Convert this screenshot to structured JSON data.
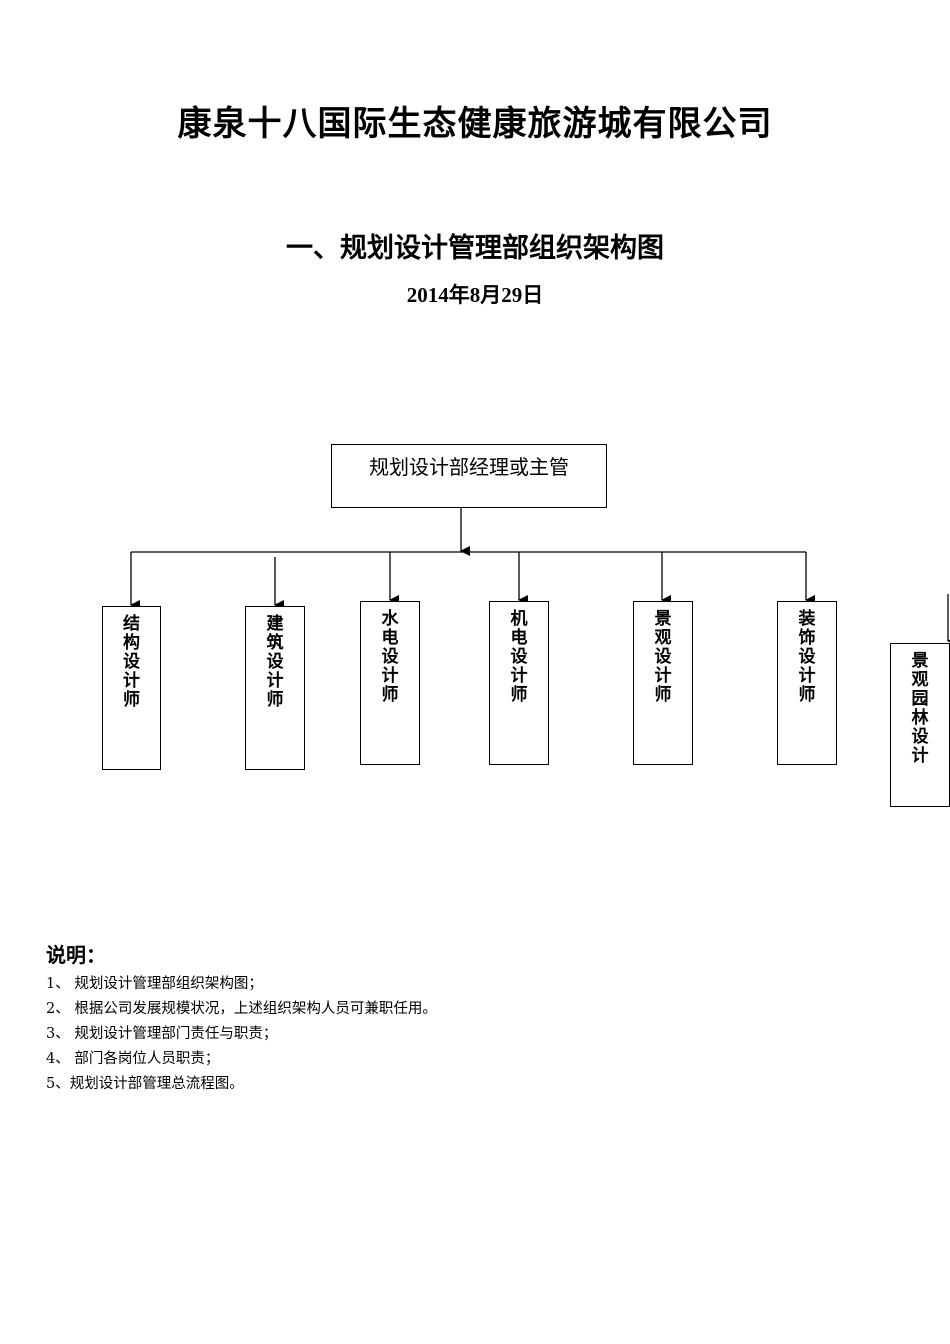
{
  "document": {
    "company": "康泉十八国际生态健康旅游城有限公司",
    "chart_title": "一、规划设计管理部组织架构图",
    "date": "2014年8月29日"
  },
  "org_chart": {
    "head": "规划设计部经理或主管",
    "members": [
      "结构设计师",
      "建筑设计师",
      "水电设计师",
      "机电设计师",
      "景观设计师",
      "装饰设计师",
      "景观园林设计"
    ]
  },
  "notes": {
    "heading": "说明：",
    "items": [
      "1、 规划设计管理部组织架构图；",
      "2、 根据公司发展规模状况，上述组织架构人员可兼职任用。",
      "3、 规划设计管理部门责任与职责；",
      "4、 部门各岗位人员职责；",
      "5、规划设计部管理总流程图。"
    ]
  }
}
